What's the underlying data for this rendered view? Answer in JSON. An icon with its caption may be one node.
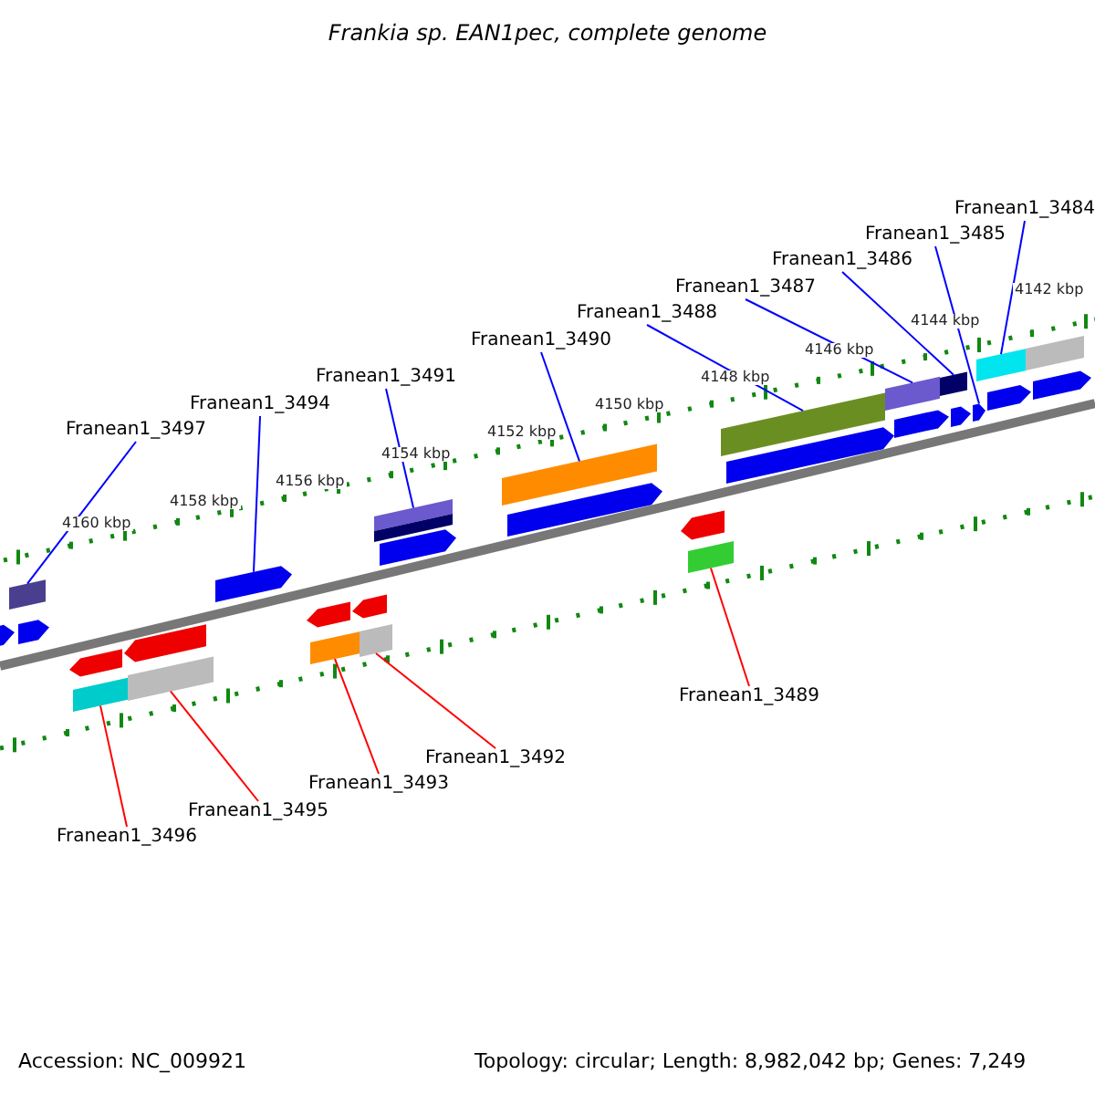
{
  "diagram": {
    "title": "Frankia sp. EAN1pec, complete genome",
    "nodes": [
      {
        "text": [
          "Franean1_3497"
        ]
      },
      {
        "text": [
          "Franean1_3494"
        ]
      },
      {
        "text": [
          "Franean1_3491"
        ]
      },
      {
        "text": [
          "Franean1_3490"
        ]
      },
      {
        "text": [
          "Franean1_3488"
        ]
      },
      {
        "text": [
          "Franean1_3487"
        ]
      },
      {
        "text": [
          "Franean1_3486"
        ]
      },
      {
        "text": [
          "Franean1_3485"
        ]
      },
      {
        "text": [
          "Franean1_3484"
        ]
      },
      {
        "text": [
          "Franean1_3496"
        ]
      },
      {
        "text": [
          "Franean1_3495"
        ]
      },
      {
        "text": [
          "Franean1_3493"
        ]
      },
      {
        "text": [
          "Franean1_3492"
        ]
      },
      {
        "text": [
          "Franean1_3489"
        ]
      },
      {
        "text": [],
        "shape": "arrow"
      },
      {
        "text": [],
        "shape": "bar"
      },
      {
        "text": [],
        "shape": "arrow"
      },
      {
        "text": [],
        "shape": "arrow"
      },
      {
        "text": [],
        "shape": "bar"
      },
      {
        "text": [],
        "shape": "arrow"
      },
      {
        "text": [],
        "shape": "bar"
      },
      {
        "text": [],
        "shape": "arrow"
      },
      {
        "text": [],
        "shape": "arrow"
      },
      {
        "text": [],
        "shape": "bar"
      },
      {
        "text": [],
        "shape": "arrow"
      },
      {
        "text": [],
        "shape": "bar"
      },
      {
        "text": [],
        "shape": "bar"
      },
      {
        "text": [],
        "shape": "bar"
      },
      {
        "text": [],
        "shape": "arrow"
      },
      {
        "text": [],
        "shape": "bar"
      },
      {
        "text": [],
        "shape": "arrow"
      },
      {
        "text": [],
        "shape": "arrow"
      },
      {
        "text": [],
        "shape": "bar"
      },
      {
        "text": [],
        "shape": "bar"
      },
      {
        "text": [],
        "shape": "arrow"
      },
      {
        "text": [],
        "shape": "bar"
      },
      {
        "text": [],
        "shape": "arrow"
      },
      {
        "text": [],
        "shape": "bar"
      },
      {
        "text": [],
        "shape": "arrow"
      },
      {
        "text": [],
        "shape": "arrow"
      },
      {
        "text": [],
        "shape": "bar"
      },
      {
        "text": [],
        "shape": "arrow"
      },
      {
        "text": [],
        "shape": "bar"
      },
      {
        "text": [],
        "shape": "arrow"
      }
    ],
    "edges": [
      {
        "from": 0,
        "to": 15,
        "arrow": "none"
      },
      {
        "from": 1,
        "to": 21,
        "arrow": "none"
      },
      {
        "from": 2,
        "to": 26,
        "arrow": "none"
      },
      {
        "from": 3,
        "to": 29,
        "arrow": "none"
      },
      {
        "from": 4,
        "to": 33,
        "arrow": "none"
      },
      {
        "from": 5,
        "to": 35,
        "arrow": "none"
      },
      {
        "from": 6,
        "to": 37,
        "arrow": "none"
      },
      {
        "from": 7,
        "to": 39,
        "arrow": "none"
      },
      {
        "from": 8,
        "to": 40,
        "arrow": "none"
      },
      {
        "from": 9,
        "to": 18,
        "arrow": "none",
        "color": "#ff0000"
      },
      {
        "from": 10,
        "to": 20,
        "arrow": "none",
        "color": "#ff0000"
      },
      {
        "from": 11,
        "to": 23,
        "arrow": "none",
        "color": "#ff0000"
      },
      {
        "from": 12,
        "to": 25,
        "arrow": "none",
        "color": "#ff0000"
      },
      {
        "from": 13,
        "to": 32,
        "arrow": "none",
        "color": "#ff0000"
      }
    ],
    "labels": [
      "4142 kbp",
      "4144 kbp",
      "4146 kbp",
      "4148 kbp",
      "4150 kbp",
      "4152 kbp",
      "4154 kbp",
      "4156 kbp",
      "4158 kbp",
      "4160 kbp",
      "Accession: NC_009921",
      "Topology: circular; Length: 8,982,042 bp; Genes: 7,249"
    ]
  }
}
